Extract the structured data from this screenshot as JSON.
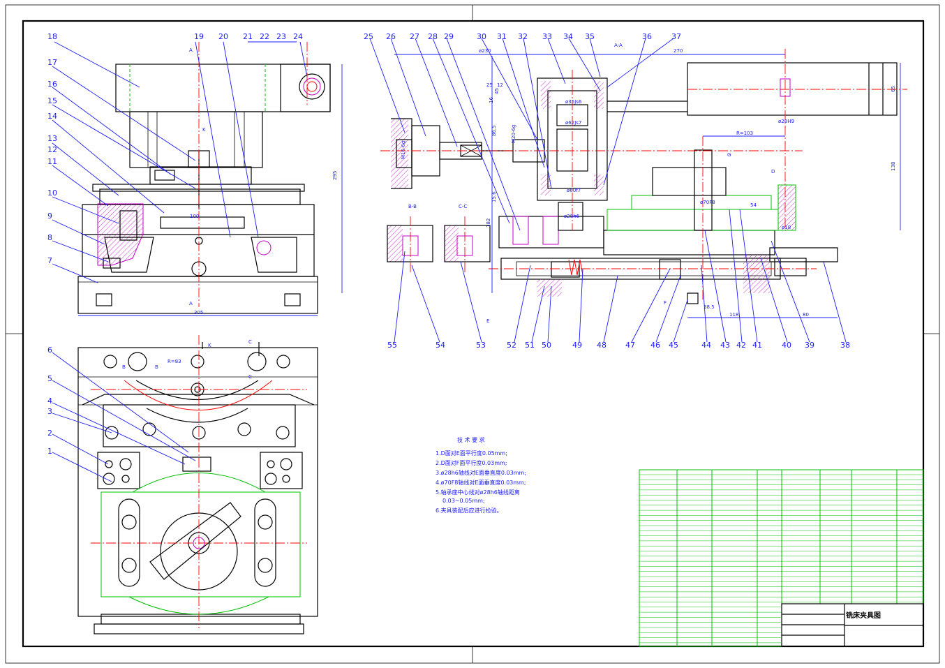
{
  "drawing": {
    "title": "铣床夹具图",
    "section_labels": {
      "a_a": "A-A",
      "b_b": "B-B",
      "c_c": "C-C",
      "a_top": "A",
      "a_bottom": "A",
      "k_label": "K",
      "k_arrow": "K",
      "c_top": "C",
      "c_mid": "C",
      "d_label": "D",
      "e_label": "E",
      "f_label": "F",
      "g_label": "G",
      "b_left": "B",
      "b_right": "B"
    },
    "top_callouts": [
      "18",
      "19",
      "20",
      "21",
      "22",
      "23",
      "24",
      "25",
      "26",
      "27",
      "28",
      "29",
      "30",
      "31",
      "32",
      "33",
      "34",
      "35",
      "36",
      "37"
    ],
    "left_callouts": [
      "17",
      "16",
      "15",
      "14",
      "13",
      "12",
      "11",
      "10",
      "9",
      "8",
      "7"
    ],
    "plan_callouts": [
      "6",
      "5",
      "4",
      "3",
      "2",
      "1"
    ],
    "bottom_callouts": [
      "55",
      "54",
      "53",
      "52",
      "51",
      "50",
      "49",
      "48",
      "47",
      "46",
      "45",
      "44",
      "43",
      "42",
      "41",
      "40",
      "39",
      "38"
    ],
    "dimensions": {
      "d305": "305",
      "d295": "295",
      "d270": "270",
      "d230": "ø230",
      "d103": "R=103",
      "d80": "80",
      "d118": "118",
      "d65": "65",
      "d138": "138",
      "d182": "182",
      "d60f7": "ø60f7",
      "d28h9": "ø28H9",
      "d35js6": "ø35Js6",
      "d62js7": "ø62Js7",
      "d70f8": "ø70F8",
      "d28h6": "ø28h6",
      "d100": "100",
      "d18": "ø18",
      "r83": "R=83",
      "d25": "25",
      "d12": "12",
      "d16": "16",
      "d45": "45",
      "m16": "M16-6g",
      "m20": "M20-6g",
      "d385": "38.5",
      "d54": "54",
      "d156": "15.6",
      "d86": "86.5"
    },
    "notes": {
      "heading": "技 术 要 求",
      "n1": "1.D面对E面平行度0.05mm;",
      "n2": "2.D面对F面平行度0.03mm;",
      "n3": "3.ø28h6轴线对E面垂直度0.03mm;",
      "n4": "4.ø70F8轴线对E面垂直度0.03mm;",
      "n5": "5.轴承座中心线对ø28h6轴线距离",
      "n5b": "0.03~0.05mm;",
      "n6": "6.夹具装配后应进行检验。"
    }
  }
}
